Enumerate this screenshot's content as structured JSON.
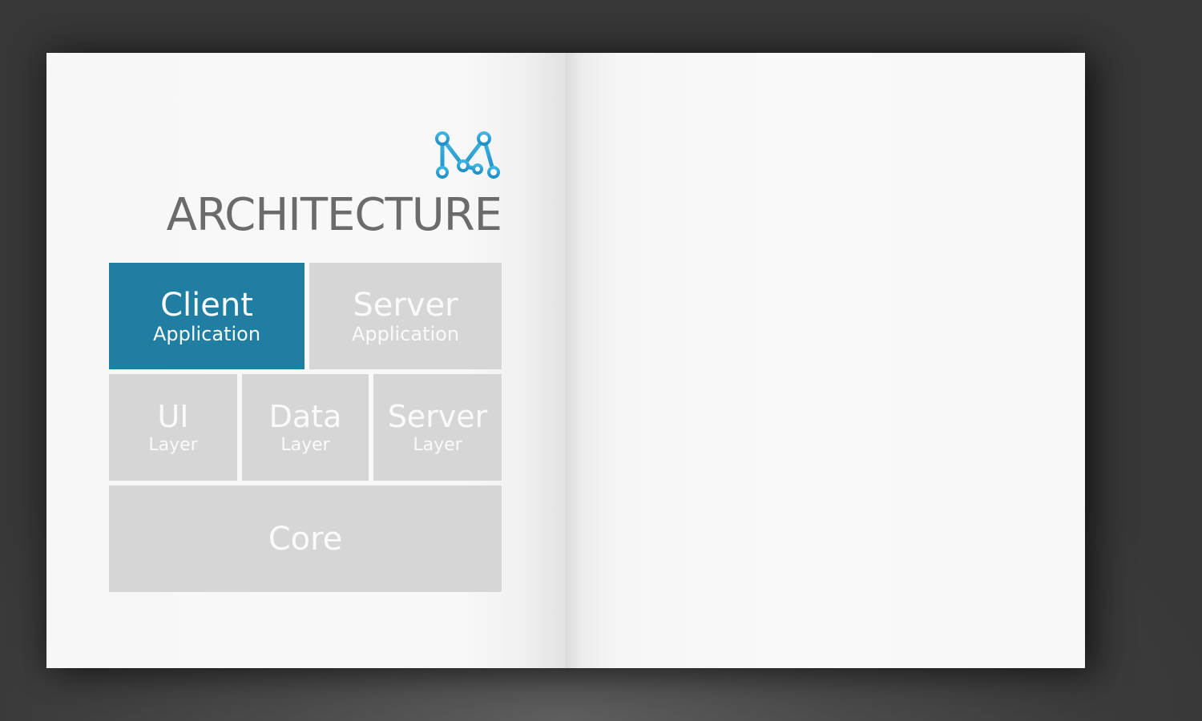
{
  "diagram": {
    "title": "ARCHITECTURE",
    "logo_icon": "m-network-logo",
    "accent_color": "#1f7ea1",
    "tile_color": "#d6d6d6",
    "tiles": {
      "client": {
        "main": "Client",
        "sub": "Application"
      },
      "server": {
        "main": "Server",
        "sub": "Application"
      },
      "ui": {
        "main": "UI",
        "sub": "Layer"
      },
      "data": {
        "main": "Data",
        "sub": "Layer"
      },
      "server_layer": {
        "main": "Server",
        "sub": "Layer"
      },
      "core": {
        "main": "Core"
      }
    }
  }
}
